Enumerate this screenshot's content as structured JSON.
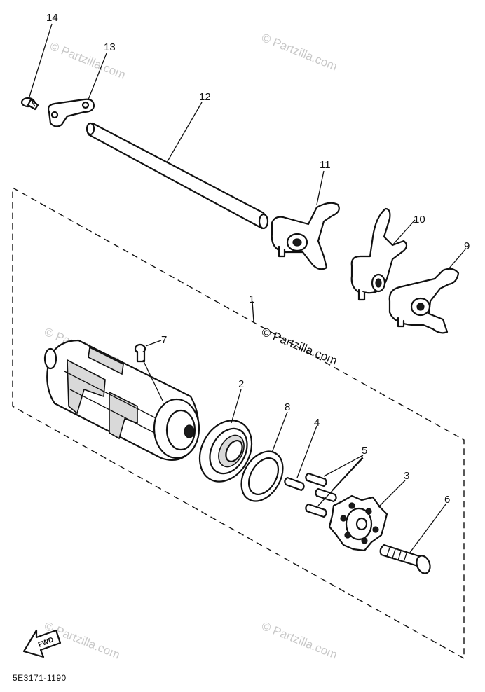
{
  "callouts": [
    "14",
    "13",
    "12",
    "11",
    "10",
    "9",
    "1",
    "7",
    "2",
    "8",
    "4",
    "5",
    "3",
    "6"
  ],
  "watermark": "© Partzilla.com",
  "forward_label": "FWD",
  "diagram_code": "5E3171-1190"
}
